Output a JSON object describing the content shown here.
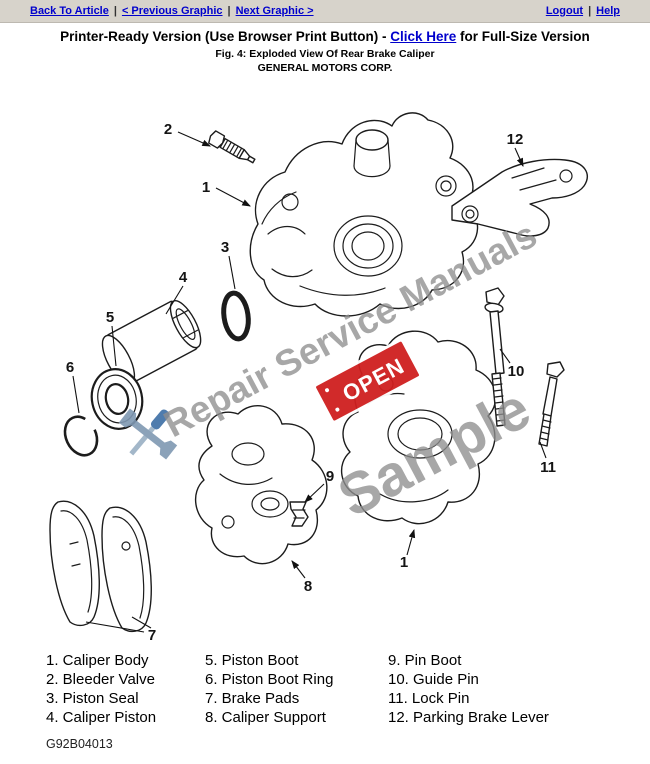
{
  "nav": {
    "back_to_article": "Back To Article",
    "previous_graphic": "< Previous Graphic",
    "next_graphic": "Next Graphic >",
    "logout": "Logout",
    "help": "Help",
    "separator": "|"
  },
  "header": {
    "printer_ready_prefix": "Printer-Ready Version (Use Browser Print Button) - ",
    "click_here_label": "Click Here",
    "printer_ready_suffix": " for Full-Size Version",
    "figure_caption": "Fig. 4: Exploded View Of Rear Brake Caliper",
    "company": "GENERAL MOTORS CORP."
  },
  "diagram": {
    "callouts": [
      "2",
      "1",
      "3",
      "4",
      "5",
      "6",
      "12",
      "10",
      "11",
      "9",
      "8",
      "7",
      "1"
    ],
    "watermark": {
      "brand": "Repair Service Manuals",
      "sample": "Sample",
      "open": "OPEN"
    },
    "part_code": "G92B04013"
  },
  "legend": {
    "columns": [
      [
        "1. Caliper Body",
        "2. Bleeder Valve",
        "3. Piston Seal",
        "4. Caliper Piston"
      ],
      [
        "5. Piston Boot",
        "6. Piston Boot Ring",
        "7. Brake Pads",
        "8. Caliper Support"
      ],
      [
        "9. Pin Boot",
        "10. Guide Pin",
        "11. Lock Pin",
        "12. Parking Brake Lever"
      ]
    ]
  },
  "colors": {
    "link_blue": "#0000cc",
    "nav_bg": "#d7d3cb",
    "watermark_gray": "#8f8f8f",
    "open_red": "#cf1f1f"
  }
}
